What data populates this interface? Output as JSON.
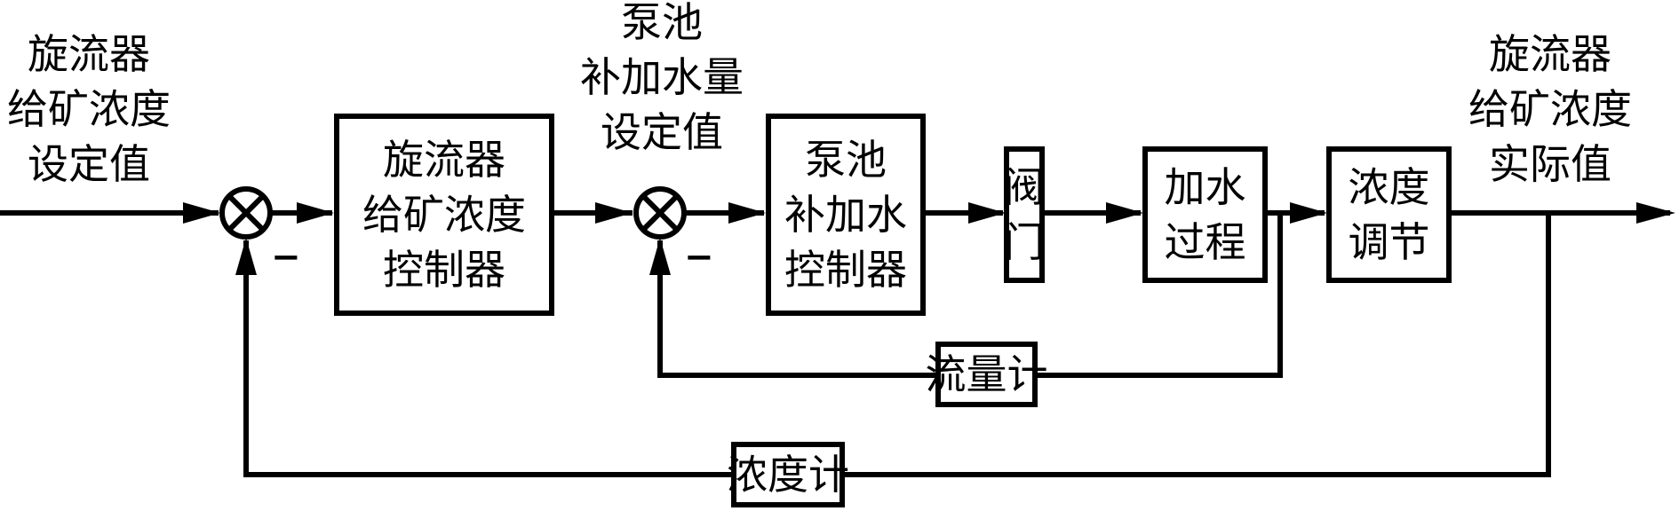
{
  "diagram": {
    "type": "control-block-diagram",
    "labels": {
      "input_setpoint": "旋流器\n给矿浓度\n设定值",
      "inner_setpoint": "泵池\n补加水量\n设定值",
      "output_actual": "旋流器\n给矿浓度\n实际值"
    },
    "blocks": {
      "outer_controller": "旋流器\n给矿浓度\n控制器",
      "inner_controller": "泵池\n补加水\n控制器",
      "valve": "阀\n门",
      "water_process": "加水\n过程",
      "density_adjust": "浓度\n调节",
      "flow_meter": "流量计",
      "density_meter": "浓度计"
    },
    "summing_junctions": {
      "outer_sign": "−",
      "inner_sign": "−"
    },
    "colors": {
      "line": "#000000",
      "background": "#ffffff"
    }
  }
}
